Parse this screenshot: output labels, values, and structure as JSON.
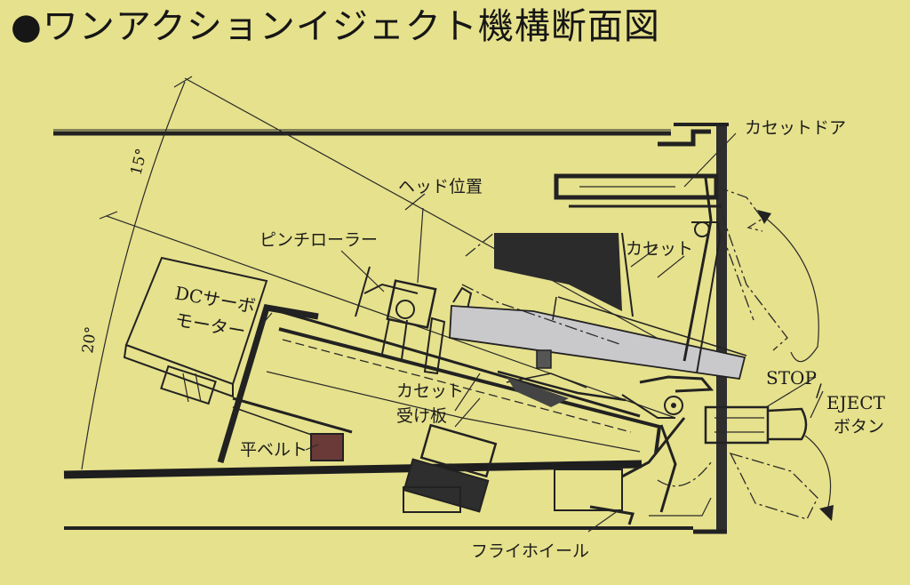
{
  "title": "●ワンアクションイジェクト機構断面図",
  "labels": {
    "cassette_door": "カセットドア",
    "head_position": "ヘッド位置",
    "pinch_roller": "ピンチローラー",
    "cassette": "カセット",
    "dc_servo_motor_1": "DCサーボ",
    "dc_servo_motor_2": "モーター",
    "cassette_tray_1": "カセット",
    "cassette_tray_2": "受け板",
    "flat_belt": "平ベルト",
    "stop": "STOP",
    "eject_1": "EJECT",
    "eject_2": "ボタン",
    "flywheel": "フライホイール"
  },
  "angles": {
    "upper": "15°",
    "lower": "20°"
  },
  "colors": {
    "background": "#e6e18c",
    "line": "#222222",
    "cassette_fill": "#c9c9cc",
    "dark_part": "#2b2b2b"
  }
}
